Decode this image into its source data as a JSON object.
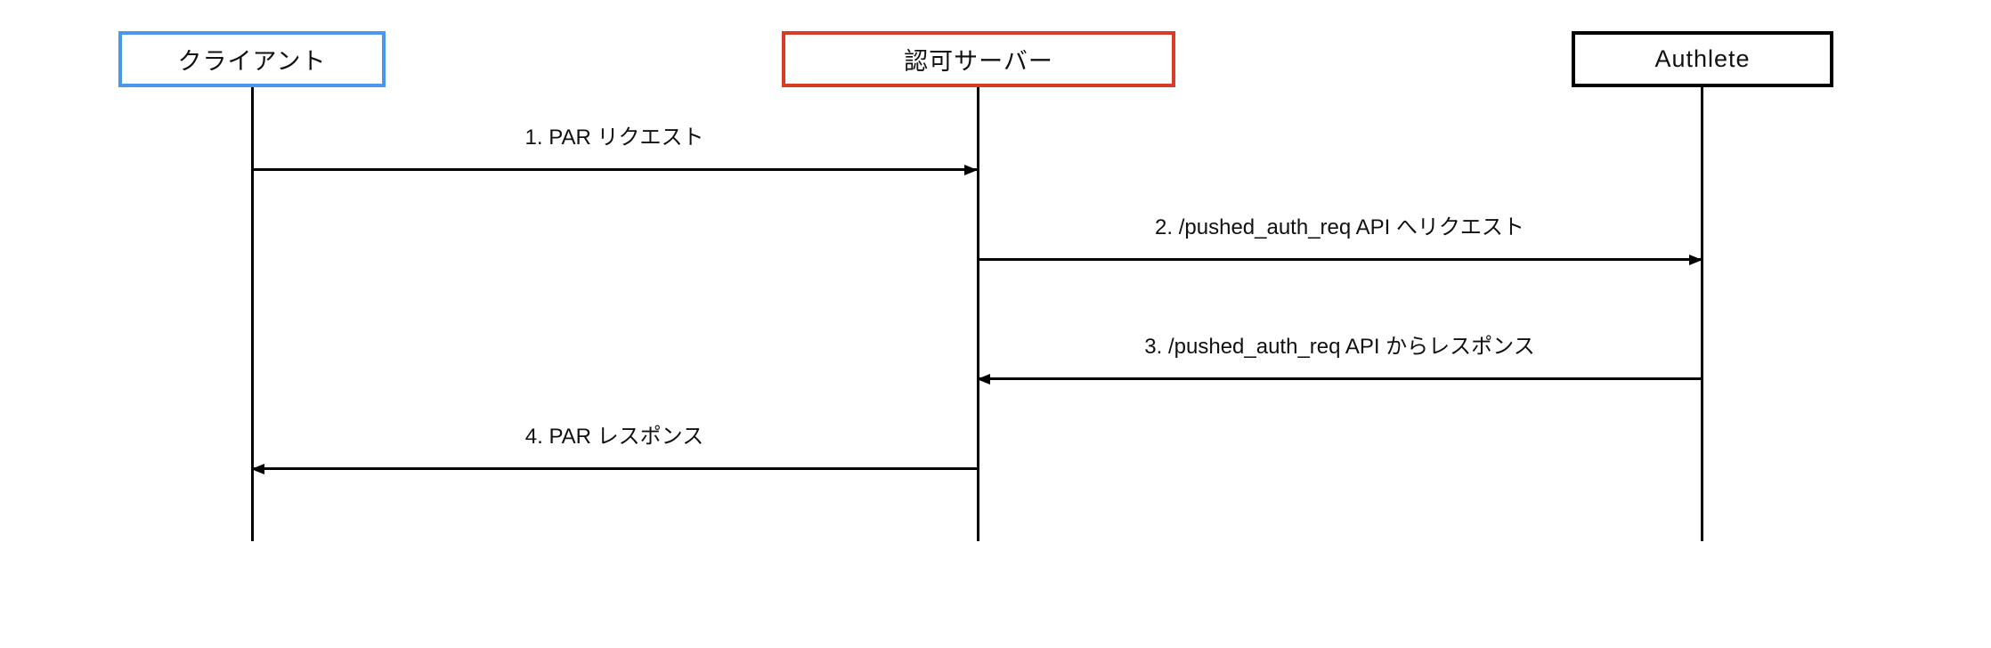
{
  "diagram_type": "sequence",
  "actors": [
    {
      "label": "クライアント",
      "border_color": "#4a97ed"
    },
    {
      "label": "認可サーバー",
      "border_color": "#da3b26"
    },
    {
      "label": "Authlete",
      "border_color": "#000000"
    }
  ],
  "messages": [
    {
      "label": "1. PAR リクエスト",
      "from": "クライアント",
      "to": "認可サーバー",
      "direction": "right"
    },
    {
      "label": "2. /pushed_auth_req API へリクエスト",
      "from": "認可サーバー",
      "to": "Authlete",
      "direction": "right"
    },
    {
      "label": "3. /pushed_auth_req API からレスポンス",
      "from": "Authlete",
      "to": "認可サーバー",
      "direction": "left"
    },
    {
      "label": "4. PAR レスポンス",
      "from": "認可サーバー",
      "to": "クライアント",
      "direction": "left"
    }
  ],
  "colors": {
    "background": "#ffffff",
    "line": "#000000",
    "client_border": "#4a97ed",
    "auth_server_border": "#da3b26",
    "authlete_border": "#000000"
  }
}
